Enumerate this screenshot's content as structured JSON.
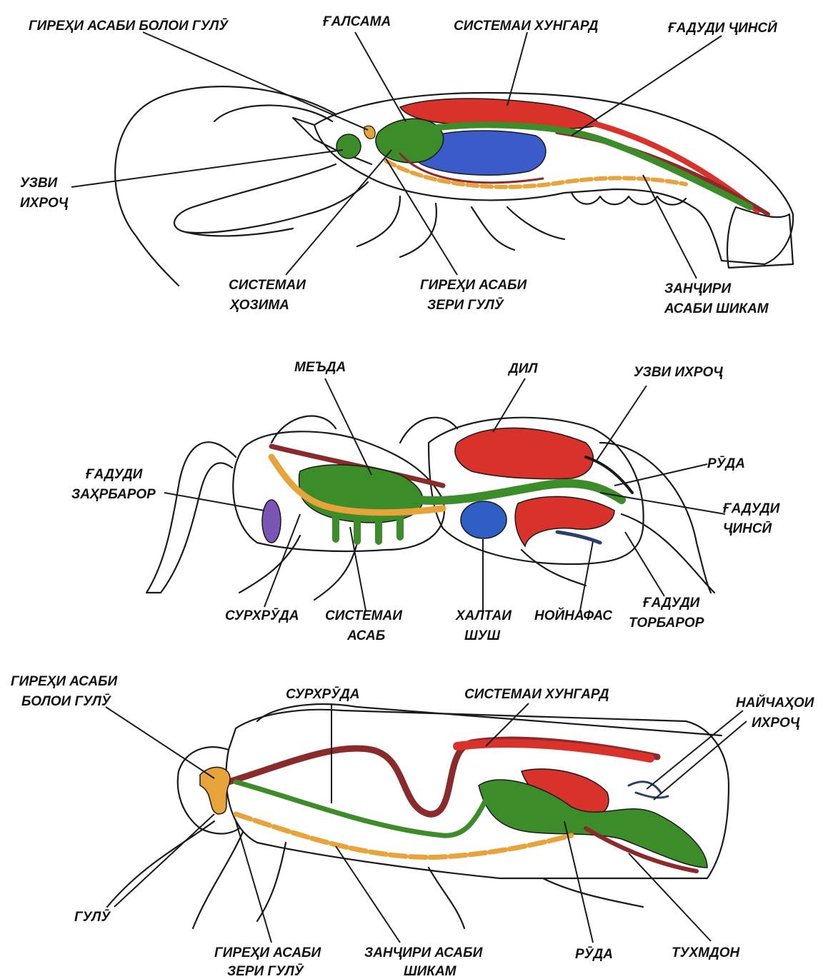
{
  "colors": {
    "circulatory": "#d8322b",
    "digestive": "#3d8c2a",
    "nervous": "#e8a33a",
    "gills": "#3a5bc8",
    "stomach_dark": "#8a2a2a",
    "air_sac": "#2f5fc4",
    "poison_gland": "#7a55b5",
    "outline": "#1a1a1a",
    "background": "#ffffff"
  },
  "diagram": {
    "crayfish": {
      "labels": {
        "nerve_ganglion_upper_throat": "ГИРЕҲИ АСАБИ БОЛОИ ГУЛӮ",
        "stomach": "ҒАЛСАМА",
        "circulatory_system": "СИСТЕМАИ ХУНГАРД",
        "sex_gland": "ҒАДУДИ ҶИНСӢ",
        "excretory_organ_1": "УЗВИ",
        "excretory_organ_2": "ИХРОҶ",
        "digestive_system_1": "СИСТЕМАИ",
        "digestive_system_2": "ҲОЗИМА",
        "nerve_ganglion_lower_throat_1": "ГИРЕҲИ АСАБИ",
        "nerve_ganglion_lower_throat_2": "ЗЕРИ ГУЛӮ",
        "ventral_nerve_chain_1": "ЗАНҶИРИ",
        "ventral_nerve_chain_2": "АСАБИ ШИКАМ"
      }
    },
    "spider": {
      "labels": {
        "brain": "МЕЪДА",
        "heart": "ДИЛ",
        "excretory_organ": "УЗВИ ИХРОҶ",
        "intestine": "РӮДА",
        "sex_gland_1": "ҒАДУДИ",
        "sex_gland_2": "ҶИНСӢ",
        "poison_gland_1": "ҒАДУДИ",
        "poison_gland_2": "ЗАҲРБАРОР",
        "esophagus": "СУРХРӮДА",
        "nervous_system_1": "СИСТЕМАИ",
        "nervous_system_2": "АСАБ",
        "lung_sac_1": "ХАЛТАИ",
        "lung_sac_2": "ШУШ",
        "trachea": "НОЙНАФАС",
        "web_gland_1": "ҒАДУДИ",
        "web_gland_2": "ТОРБАРОР"
      }
    },
    "insect": {
      "labels": {
        "nerve_ganglion_upper_throat_1": "ГИРЕҲИ АСАБИ",
        "nerve_ganglion_upper_throat_2": "БОЛОИ ГУЛӮ",
        "esophagus": "СУРХРӮДА",
        "circulatory_system": "СИСТЕМАИ ХУНГАРД",
        "excretory_tubes_1": "НАЙЧАҲОИ",
        "excretory_tubes_2": "ИХРОҶ",
        "throat": "ГУЛӮ",
        "nerve_ganglion_lower_throat_1": "ГИРЕҲИ АСАБИ",
        "nerve_ganglion_lower_throat_2": "ЗЕРИ ГУЛӮ",
        "ventral_nerve_chain_1": "ЗАНҶИРИ АСАБИ",
        "ventral_nerve_chain_2": "ШИКАМ",
        "intestine": "РӮДА",
        "ovary": "ТУХМДОН"
      }
    }
  }
}
